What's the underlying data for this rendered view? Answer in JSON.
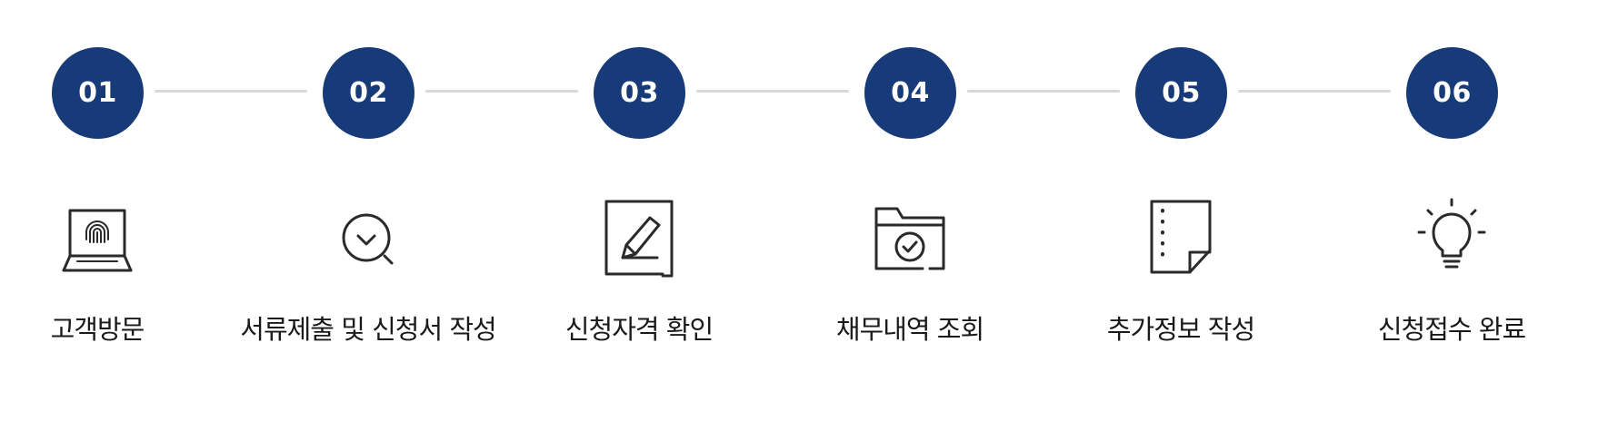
{
  "colors": {
    "circle": "#173a78",
    "connector": "#d8d8d8",
    "icon_stroke": "#2a2a2a"
  },
  "steps": [
    {
      "number": "01",
      "icon": "laptop-fingerprint-icon",
      "label": "고객방문"
    },
    {
      "number": "02",
      "icon": "search-check-icon",
      "label": "서류제출 및 신청서 작성"
    },
    {
      "number": "03",
      "icon": "document-edit-icon",
      "label": "신청자격 확인"
    },
    {
      "number": "04",
      "icon": "folder-check-icon",
      "label": "채무내역 조회"
    },
    {
      "number": "05",
      "icon": "note-page-icon",
      "label": "추가정보 작성"
    },
    {
      "number": "06",
      "icon": "lightbulb-icon",
      "label": "신청접수 완료"
    }
  ]
}
